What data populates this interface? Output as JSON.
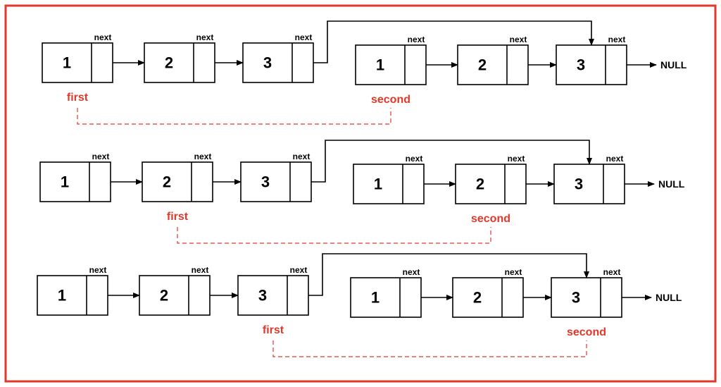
{
  "colors": {
    "frame": "#e0382b",
    "pointer": "#e0382b",
    "ink": "#000000"
  },
  "field_label": "next",
  "terminal_label": "NULL",
  "rows": [
    {
      "list_a": [
        "1",
        "2",
        "3"
      ],
      "list_b": [
        "1",
        "2",
        "3"
      ],
      "pointers": [
        {
          "label": "first",
          "list": "a",
          "node": 0
        },
        {
          "label": "second",
          "list": "b",
          "node": 0
        }
      ]
    },
    {
      "list_a": [
        "1",
        "2",
        "3"
      ],
      "list_b": [
        "1",
        "2",
        "3"
      ],
      "pointers": [
        {
          "label": "first",
          "list": "a",
          "node": 1
        },
        {
          "label": "second",
          "list": "b",
          "node": 1
        }
      ]
    },
    {
      "list_a": [
        "1",
        "2",
        "3"
      ],
      "list_b": [
        "1",
        "2",
        "3"
      ],
      "pointers": [
        {
          "label": "first",
          "list": "a",
          "node": 2
        },
        {
          "label": "second",
          "list": "b",
          "node": 2
        }
      ]
    }
  ]
}
